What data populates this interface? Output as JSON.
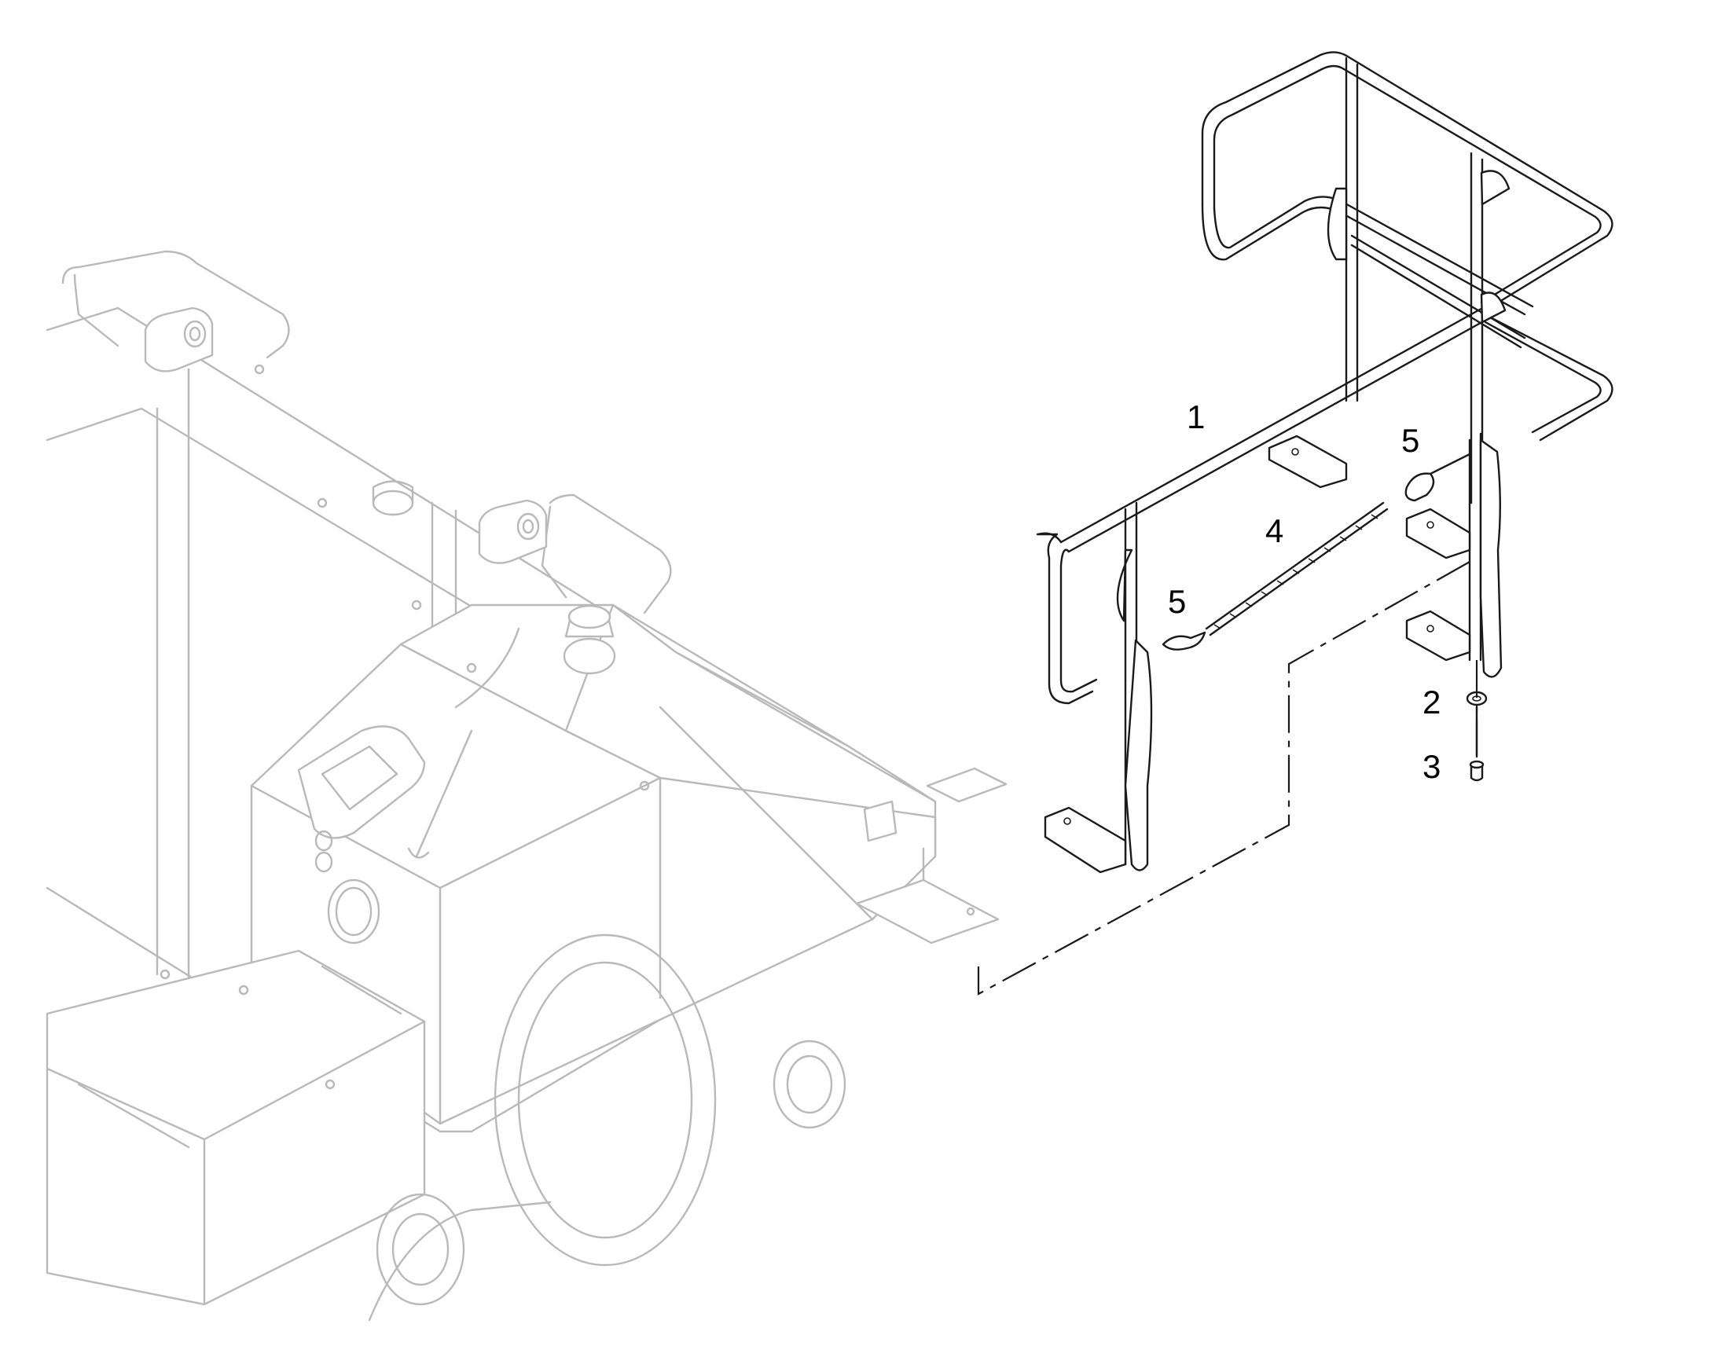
{
  "figure": {
    "background_color": "#ffffff",
    "line_color": "#1a1a1a",
    "ghost_color": "#b9b9b9"
  },
  "callouts": [
    {
      "id": "1",
      "label": "1"
    },
    {
      "id": "2",
      "label": "2"
    },
    {
      "id": "3",
      "label": "3"
    },
    {
      "id": "4",
      "label": "4"
    },
    {
      "id": "5a",
      "label": "5"
    },
    {
      "id": "5b",
      "label": "5"
    }
  ]
}
